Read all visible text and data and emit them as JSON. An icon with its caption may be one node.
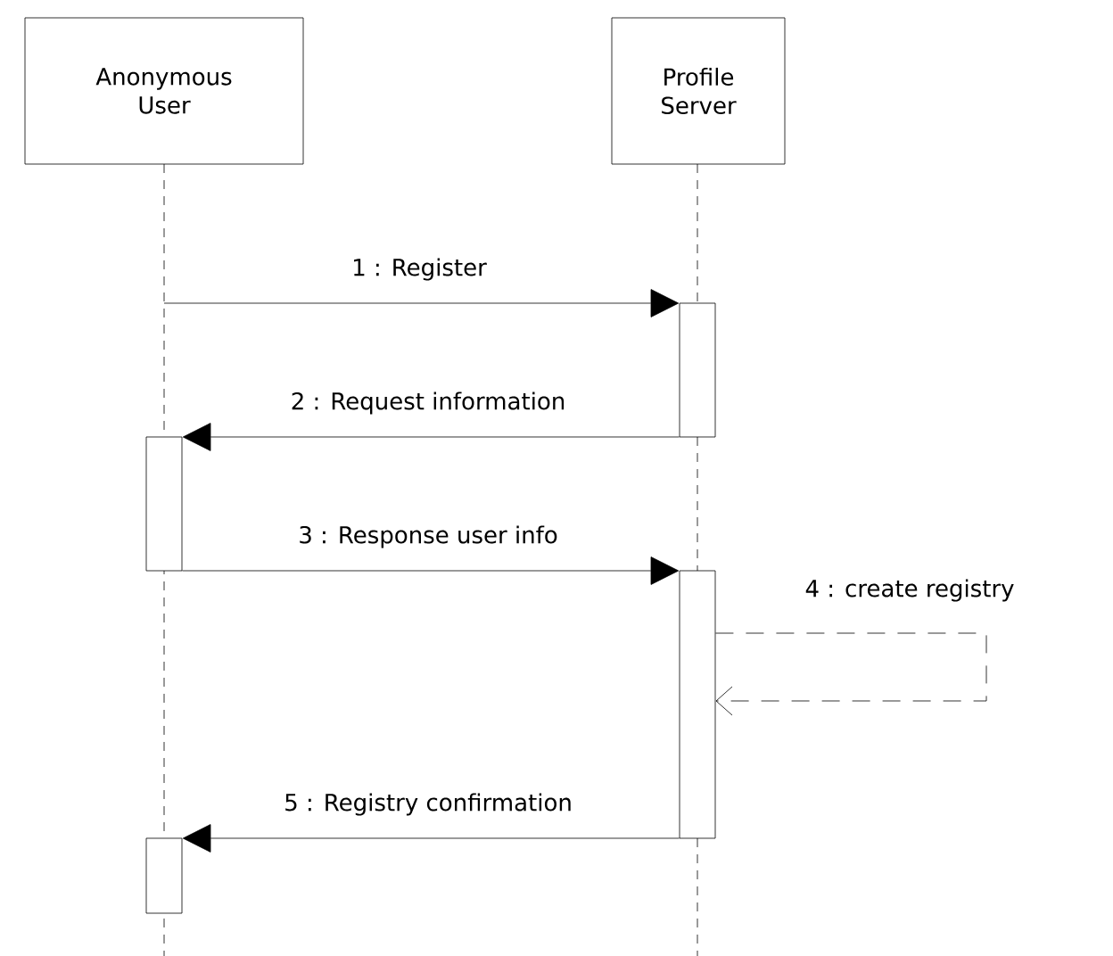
{
  "diagram": {
    "nodes": [
      {
        "text": [
          "Anonymous User"
        ]
      },
      {
        "text": [
          "Profile Server"
        ]
      },
      {
        "text": [],
        "shape": "bar"
      },
      {
        "text": [],
        "shape": "bar"
      },
      {
        "text": [],
        "shape": "bar"
      },
      {
        "text": [],
        "shape": "bar"
      }
    ],
    "edges": [
      {
        "from": null,
        "to": 2,
        "arrow": "to",
        "label": "1 : Register"
      },
      {
        "from": 2,
        "to": 3,
        "arrow": "to",
        "label": "2 : Request information"
      },
      {
        "from": 3,
        "to": 4,
        "arrow": "to",
        "label": "3 : Response user info"
      },
      {
        "from": 4,
        "to": 4,
        "arrow": "to",
        "label": "4 : create registry",
        "style": "dashed"
      },
      {
        "from": 4,
        "to": 5,
        "arrow": "to",
        "label": "5 : Registry confirmation"
      }
    ]
  }
}
